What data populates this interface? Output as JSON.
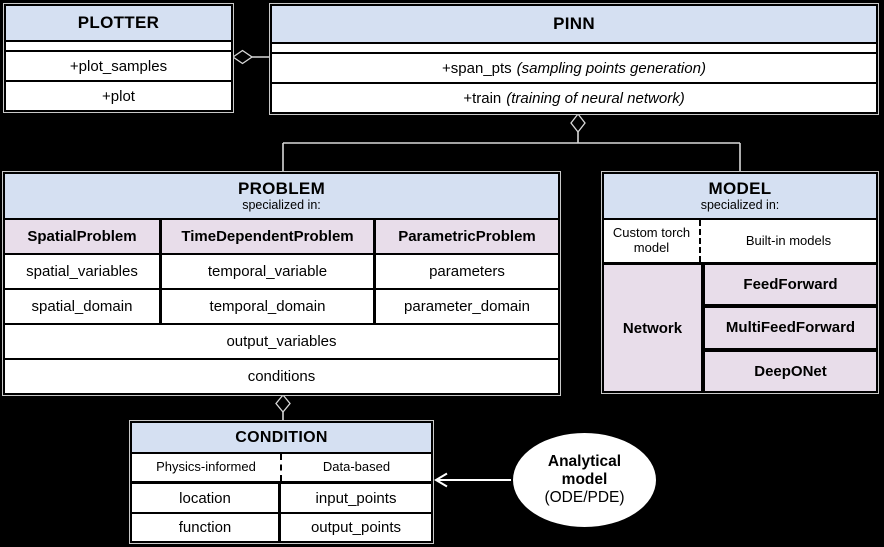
{
  "colors": {
    "header_blue": "#d5e0f2",
    "cell_purple": "#e8ddea",
    "connector_line": "#d9d9d9",
    "arrow_white": "#ffffff",
    "background": "#000000"
  },
  "plotter": {
    "title": "PLOTTER",
    "methods": [
      "+plot_samples",
      "+plot"
    ]
  },
  "pinn": {
    "title": "PINN",
    "methods": [
      {
        "name": "+span_pts",
        "note": "(sampling points generation)"
      },
      {
        "name": "+train",
        "note": "(training of neural network)"
      }
    ]
  },
  "problem": {
    "title": "PROBLEM",
    "subtitle": "specialized in:",
    "subclasses": [
      "SpatialProblem",
      "TimeDependentProblem",
      "ParametricProblem"
    ],
    "attr_row_1": [
      "spatial_variables",
      "temporal_variable",
      "parameters"
    ],
    "attr_row_2": [
      "spatial_domain",
      "temporal_domain",
      "parameter_domain"
    ],
    "shared_rows": [
      "output_variables",
      "conditions"
    ]
  },
  "model": {
    "title": "MODEL",
    "subtitle": "specialized in:",
    "categories": [
      "Custom torch model",
      "Built-in models"
    ],
    "custom_cell": "Network",
    "builtin_cells": [
      "FeedForward",
      "MultiFeedForward",
      "DeepONet"
    ]
  },
  "condition": {
    "title": "CONDITION",
    "categories": [
      "Physics-informed",
      "Data-based"
    ],
    "physics_rows": [
      "location",
      "function"
    ],
    "data_rows": [
      "input_points",
      "output_points"
    ]
  },
  "analytical_model": {
    "name": "Analytical model",
    "kind": "(ODE/PDE)"
  }
}
